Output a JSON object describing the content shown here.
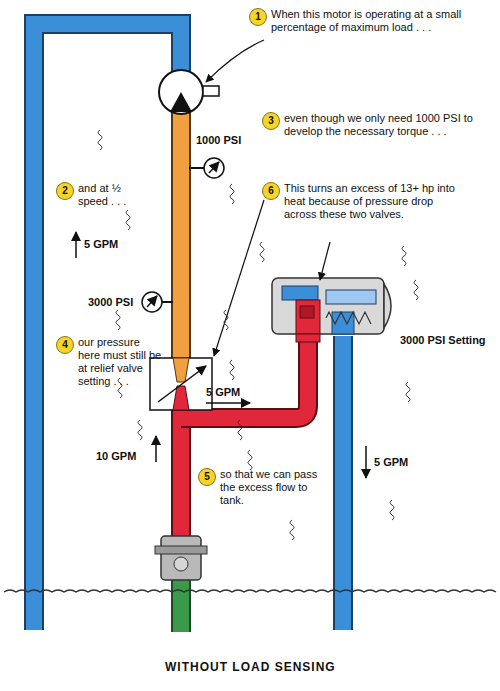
{
  "diagram": {
    "caption": "WITHOUT LOAD SENSING",
    "nodes": [
      {
        "text": [
          "1",
          "When this motor is operating at a small percentage of maximum load . . ."
        ]
      },
      {
        "text": [
          "2",
          "and at ½ speed . . ."
        ]
      },
      {
        "text": [
          "3",
          "even though we only need 1000 PSI to develop the necessary torque . . ."
        ]
      },
      {
        "text": [
          "4",
          "our pressure here must still be at relief valve setting . . ."
        ]
      },
      {
        "text": [
          "5",
          "so that we can pass the excess flow to tank."
        ]
      },
      {
        "text": [
          "6",
          "This turns an excess of 13+ hp into heat because of pressure drop across these two valves."
        ]
      }
    ],
    "labels": [
      "1000 PSI",
      "5 GPM",
      "3000 PSI",
      "5 GPM",
      "10 GPM",
      "3000 PSI Setting",
      "5 GPM"
    ]
  }
}
